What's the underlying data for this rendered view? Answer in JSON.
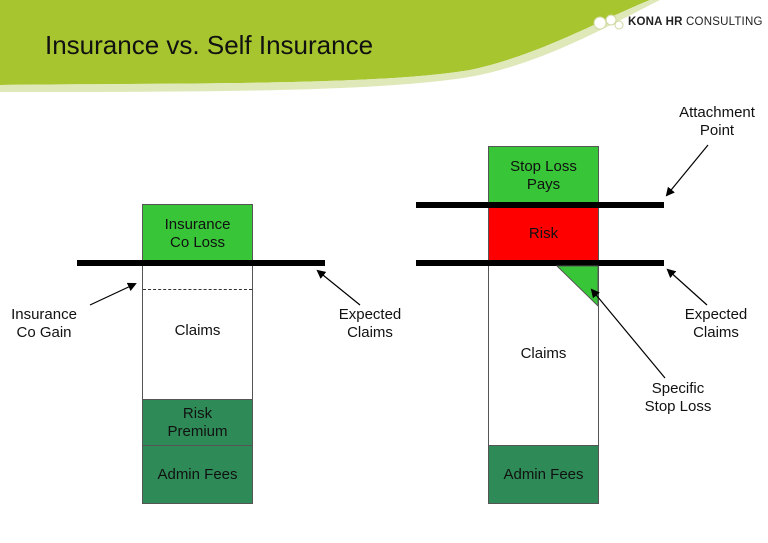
{
  "title": "Insurance vs. Self Insurance",
  "logo": {
    "brand_bold": "KONA HR",
    "brand_light": "CONSULTING"
  },
  "colors": {
    "banner": "#a6c52e",
    "loss_green": "#38c538",
    "risk_red": "#ff0000",
    "fees_green": "#2e8b57"
  },
  "left": {
    "insurance_co_loss": "Insurance\nCo Loss",
    "claims": "Claims",
    "risk_premium": "Risk\nPremium",
    "admin_fees": "Admin Fees",
    "insurance_co_gain": "Insurance\nCo Gain",
    "expected_claims": "Expected\nClaims"
  },
  "right": {
    "stop_loss_pays": "Stop Loss\nPays",
    "risk": "Risk",
    "claims": "Claims",
    "admin_fees": "Admin Fees",
    "attachment_point": "Attachment\nPoint",
    "expected_claims": "Expected\nClaims",
    "specific_stop_loss": "Specific\nStop Loss"
  }
}
